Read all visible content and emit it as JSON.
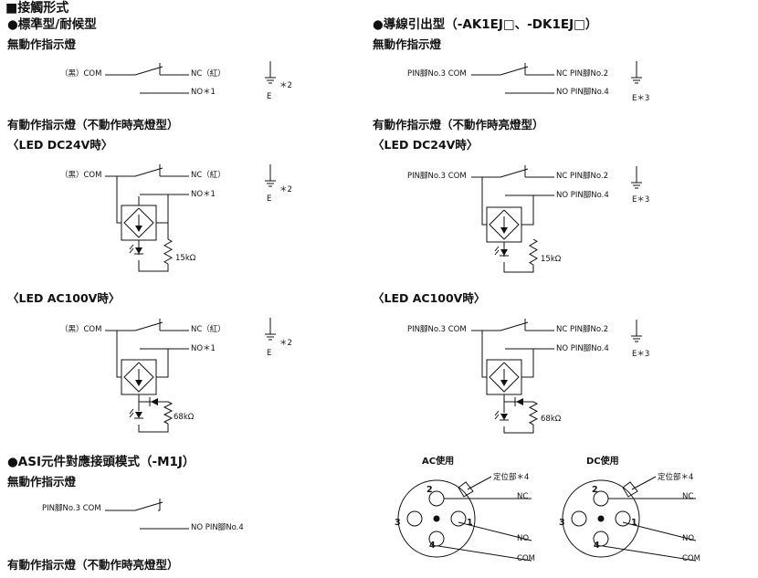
{
  "section_title": "■接觸形式",
  "left": {
    "std_title": "●標準型/耐候型",
    "no_ind": "無動作指示燈",
    "com_label": "（黑）COM",
    "nc_label": "NC（紅）",
    "no_label": "NO＊1",
    "ground_note": "＊2",
    "ground_e": "E",
    "with_ind": "有動作指示燈（不動作時亮燈型）",
    "led_dc": "〈LED DC24V時〉",
    "resistor_dc": "15kΩ",
    "led_ac": "〈LED AC100V時〉",
    "resistor_ac": "68kΩ",
    "asi_title": "●ASI元件對應接頭模式（-M1J）",
    "asi_no_ind": "無動作指示燈",
    "asi_com": "PIN腳No.3 COM",
    "asi_no": "NO PIN腳No.4",
    "asi_with_ind": "有動作指示燈（不動作時亮燈型）"
  },
  "right": {
    "lead_title": "●導線引出型（-AK1EJ□、-DK1EJ□）",
    "no_ind": "無動作指示燈",
    "com_label": "PIN腳No.3 COM",
    "nc_label": "NC PIN腳No.2",
    "no_label": "NO PIN腳No.4",
    "ground_e": "E＊3",
    "with_ind": "有動作指示燈（不動作時亮燈型）",
    "led_dc": "〈LED DC24V時〉",
    "resistor_dc": "15kΩ",
    "led_ac": "〈LED AC100V時〉",
    "resistor_ac": "68kΩ"
  },
  "connectors": {
    "ac_title": "AC使用",
    "dc_title": "DC使用",
    "key_label": "定位部＊4",
    "nc": "NC",
    "no": "NO",
    "com": "COM",
    "pin1": "1",
    "pin2": "2",
    "pin3": "3",
    "pin4": "4"
  }
}
